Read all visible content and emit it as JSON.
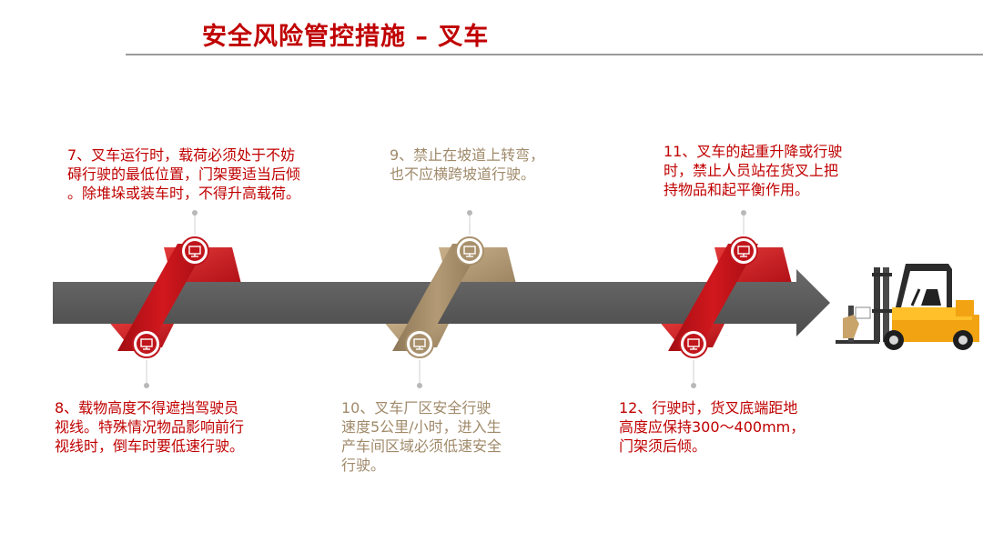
{
  "page": {
    "title": "安全风险管控措施 – 叉车"
  },
  "colors": {
    "red": "#c00000",
    "tan": "#a08a6a",
    "arrow": "#595959",
    "ribbon_red": "#c0161c",
    "ribbon_tan": "#a8906c"
  },
  "icons": [
    "monitor-icon",
    "forklift-illustration"
  ],
  "notes": [
    {
      "id": "7",
      "text": "7、叉车运行时，载荷必须处于不妨\n碍行驶的最低位置，门架要适当后倾\n。除堆垛或装车时，不得升高载荷。",
      "color": "red"
    },
    {
      "id": "8",
      "text": "8、载物高度不得遮挡驾驶员\n视线。特殊情况物品影响前行\n视线时，倒车时要低速行驶。",
      "color": "red"
    },
    {
      "id": "9",
      "text": "9、禁止在坡道上转弯，\n也不应横跨坡道行驶。",
      "color": "tan"
    },
    {
      "id": "10",
      "text": "10、叉车厂区安全行驶\n速度5公里/小时，进入生\n产车间区域必须低速安全\n行驶。",
      "color": "tan"
    },
    {
      "id": "11",
      "text": "11、叉车的起重升降或行驶\n时，禁止人员站在货叉上把\n持物品和起平衡作用。",
      "color": "red"
    },
    {
      "id": "12",
      "text": "12、行驶时，货叉底端距地\n高度应保持300～400mm，\n门架须后倾。",
      "color": "red"
    }
  ]
}
